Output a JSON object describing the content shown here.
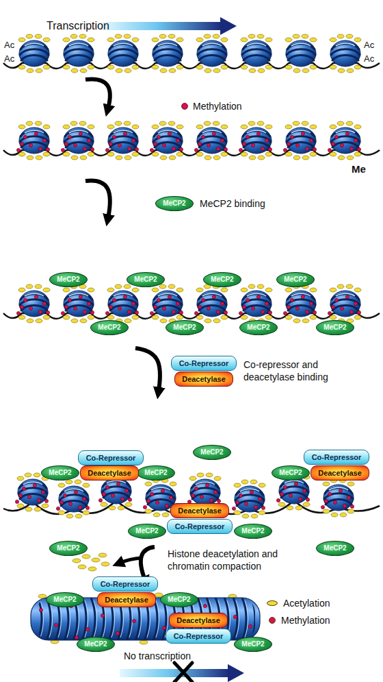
{
  "diagram": {
    "nodes": [
      {
        "text": [
          "MeCP2"
        ]
      },
      {
        "text": [
          "MeCP2"
        ]
      },
      {
        "text": [
          "MeCP2"
        ]
      },
      {
        "text": [
          "MeCP2"
        ]
      },
      {
        "text": [
          "MeCP2"
        ]
      },
      {
        "text": [
          "MeCP2"
        ]
      },
      {
        "text": [
          "MeCP2"
        ]
      },
      {
        "text": [
          "MeCP2"
        ]
      },
      {
        "text": [
          "MeCP2"
        ]
      },
      {
        "text": [
          "Co-Repressor"
        ]
      },
      {
        "text": [
          "Deacetylase"
        ]
      },
      {
        "text": [
          "Co-Repressor"
        ]
      },
      {
        "text": [
          "MeCP2"
        ]
      },
      {
        "text": [
          "Co-Repressor"
        ]
      },
      {
        "text": [
          "MeCP2"
        ]
      },
      {
        "text": [
          "Deacetylase"
        ]
      },
      {
        "text": [
          "MeCP2"
        ]
      },
      {
        "text": [
          "MeCP2"
        ]
      },
      {
        "text": [
          "Deacetylase"
        ]
      },
      {
        "text": [
          "Deacetylase"
        ]
      },
      {
        "text": [
          "Co-Repressor"
        ]
      },
      {
        "text": [
          "MeCP2"
        ]
      },
      {
        "text": [
          "MeCP2"
        ]
      },
      {
        "text": [
          "MeCP2"
        ]
      },
      {
        "text": [
          "MeCP2"
        ]
      },
      {
        "text": [
          "Co-Repressor"
        ]
      },
      {
        "text": [
          "Deacetylase"
        ]
      },
      {
        "text": [
          "MeCP2"
        ]
      },
      {
        "text": [
          "MeCP2"
        ]
      },
      {
        "text": [
          "Deacetylase"
        ]
      },
      {
        "text": [
          "Co-Repressor"
        ]
      },
      {
        "text": [
          "MeCP2"
        ]
      },
      {
        "text": [
          "MeCP2"
        ]
      }
    ],
    "labels": [
      "Transcription",
      "Ac",
      "Ac",
      "Ac",
      "Ac",
      "Methylation",
      "Me",
      "MeCP2 binding",
      "Co-repressor and deacetylase binding",
      "Histone deacetylation and chromatin compaction",
      "No transcription"
    ],
    "legend": [
      {
        "text": "Acetylation",
        "color": "#f2da3a"
      },
      {
        "text": "Methylation",
        "color": "#d6124f"
      }
    ]
  }
}
